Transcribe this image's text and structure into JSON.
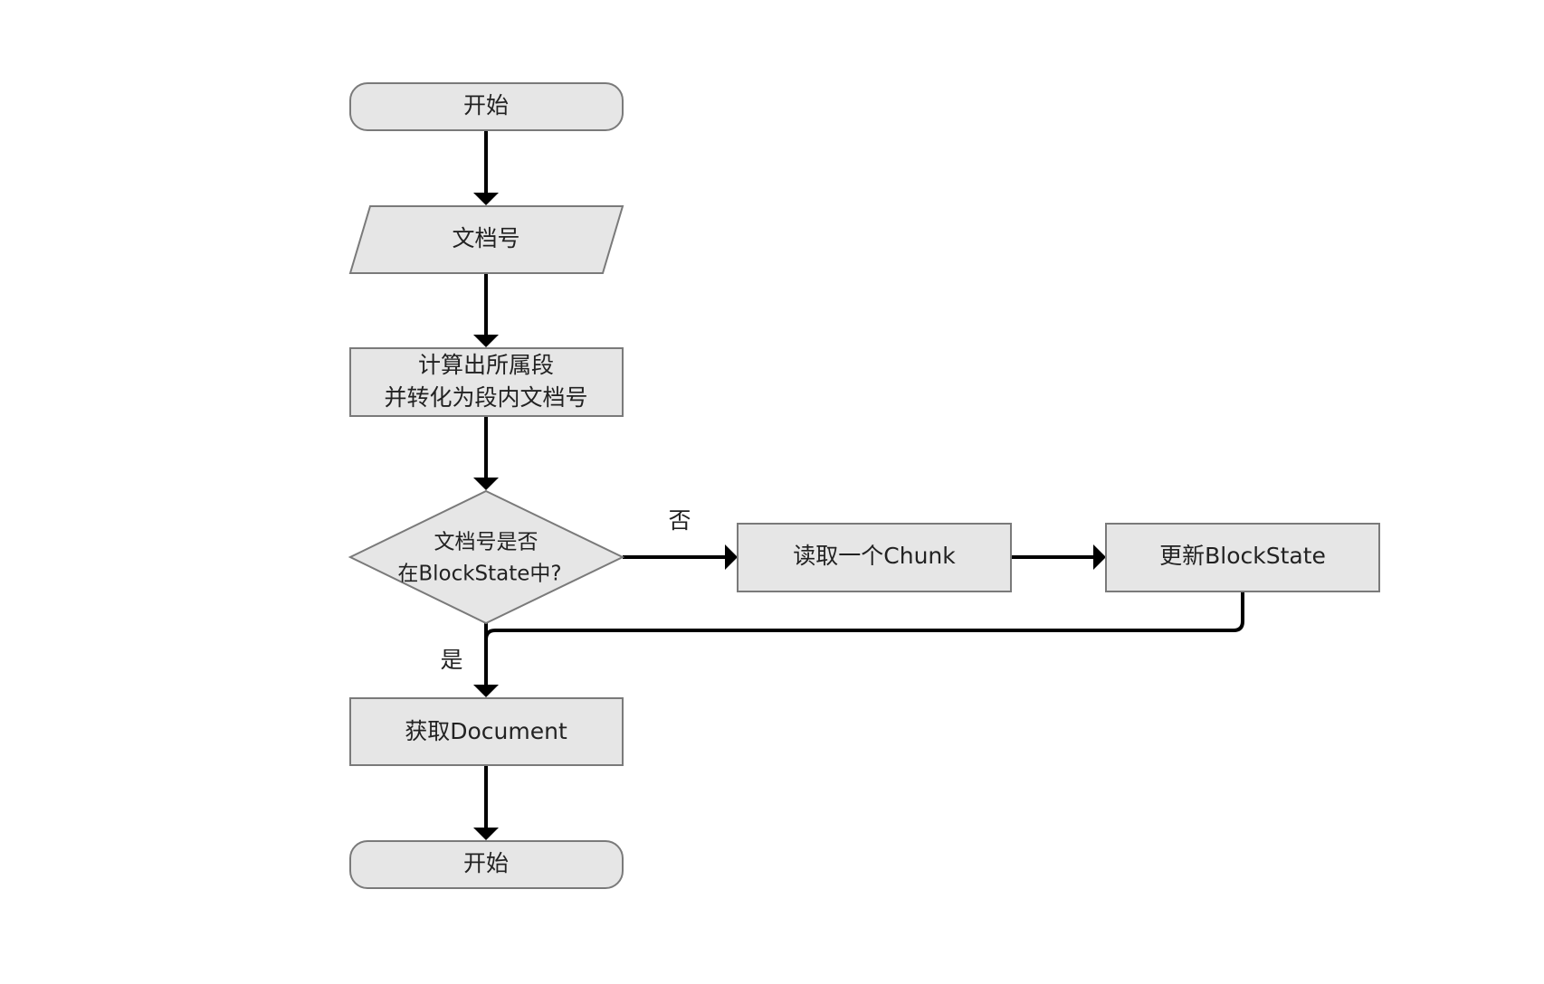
{
  "nodes": {
    "start": {
      "label": "开始"
    },
    "input_doc_no": {
      "label": "文档号"
    },
    "compute_segment": {
      "line1": "计算出所属段",
      "line2": "并转化为段内文档号"
    },
    "decision": {
      "line1": "文档号是否",
      "line2": "在BlockState中?"
    },
    "read_chunk": {
      "label": "读取一个Chunk"
    },
    "update_blockstate": {
      "label": "更新BlockState"
    },
    "get_document": {
      "label": "获取Document"
    },
    "end": {
      "label": "开始"
    }
  },
  "edge_labels": {
    "no": "否",
    "yes": "是"
  },
  "colors": {
    "node_fill": "#e6e6e6",
    "node_stroke": "#7a7a7a",
    "edge": "#000000",
    "text": "#222222"
  }
}
